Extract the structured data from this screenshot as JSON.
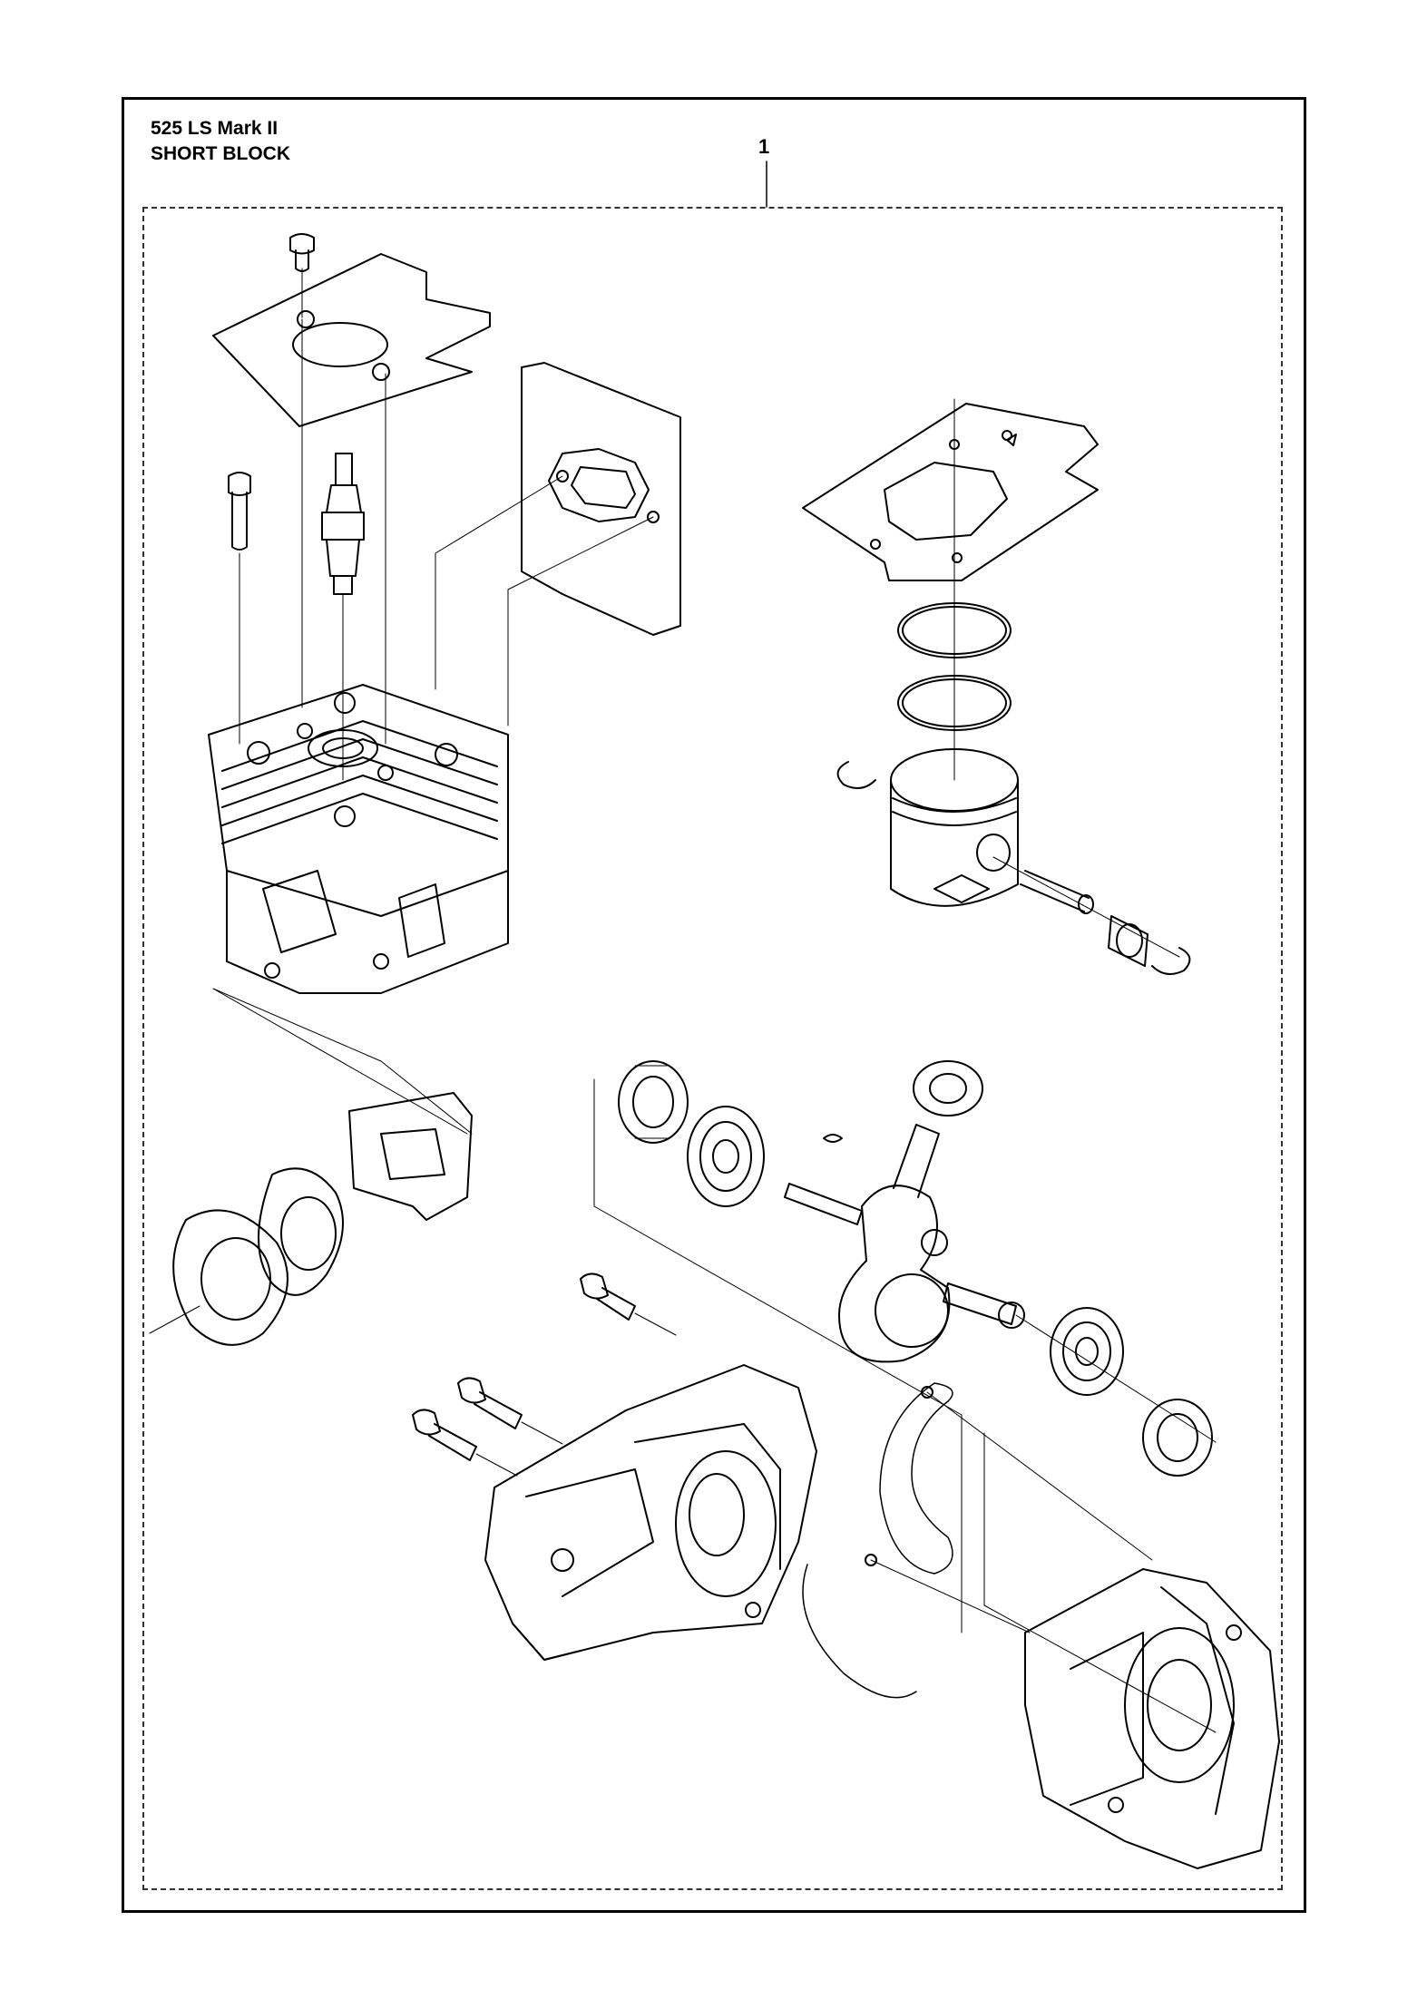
{
  "header": {
    "model": "525 LS Mark II",
    "section": "SHORT BLOCK"
  },
  "callouts": [
    {
      "label": "1"
    }
  ]
}
